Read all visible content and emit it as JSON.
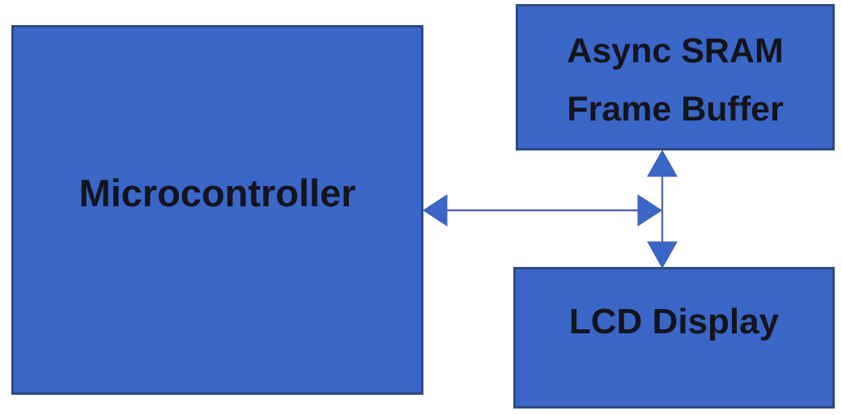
{
  "diagram": {
    "type": "block-diagram",
    "blocks": {
      "microcontroller": {
        "label": "Microcontroller"
      },
      "sram": {
        "line1": "Async SRAM",
        "line2": "Frame Buffer"
      },
      "lcd": {
        "label": "LCD Display"
      }
    },
    "connections": [
      {
        "from": "Microcontroller",
        "to": "bus junction",
        "style": "bidirectional-arrow",
        "orientation": "horizontal"
      },
      {
        "from": "Async SRAM Frame Buffer",
        "to": "LCD Display",
        "style": "bidirectional-arrow",
        "orientation": "vertical"
      }
    ]
  },
  "colors": {
    "background": "#ffffff",
    "block-fill": "#3a66c8",
    "block-border": "#2e4a7f",
    "arrow-fill": "#3a66c8",
    "arrow-head-border": "#3a5eb0",
    "arrow-line": "#5a68ab",
    "label-text": "#14141c"
  }
}
